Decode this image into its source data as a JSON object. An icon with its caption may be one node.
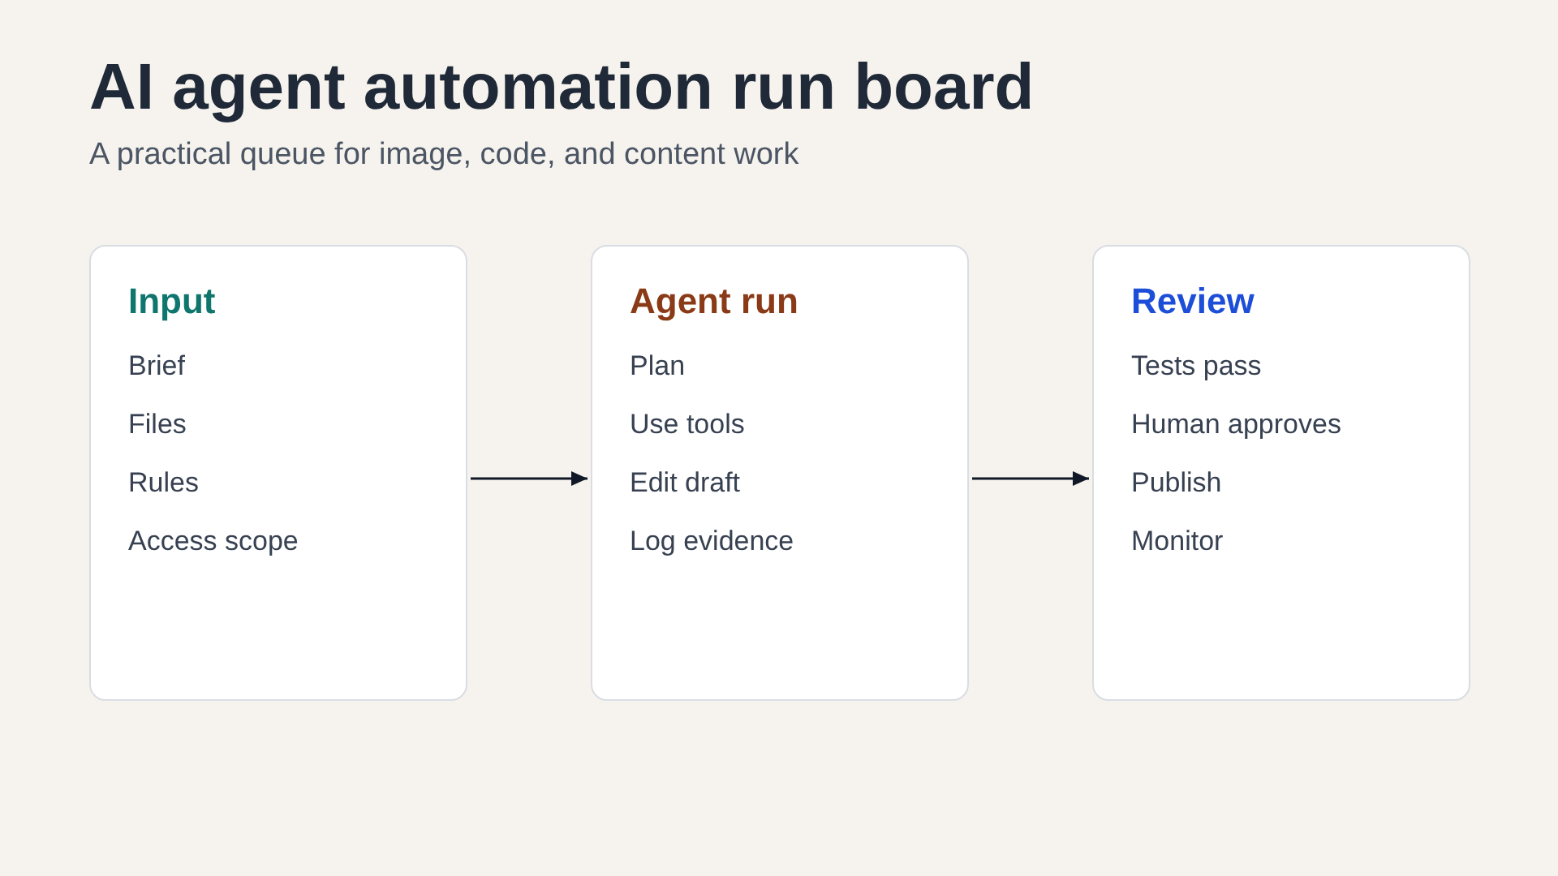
{
  "diagram": {
    "title": "AI agent automation run board",
    "caption": "A practical queue for image, code, and content work",
    "nodes": [
      {
        "text": [
          "Input",
          "Brief",
          "Files",
          "Rules",
          "Access scope"
        ]
      },
      {
        "text": [
          "Agent run",
          "Plan",
          "Use tools",
          "Edit draft",
          "Log evidence"
        ]
      },
      {
        "text": [
          "Review",
          "Tests pass",
          "Human approves",
          "Publish",
          "Monitor"
        ]
      }
    ],
    "edges": [
      {
        "from": 0,
        "to": 1,
        "arrow": "to"
      },
      {
        "from": 1,
        "to": 2,
        "arrow": "to"
      }
    ]
  }
}
